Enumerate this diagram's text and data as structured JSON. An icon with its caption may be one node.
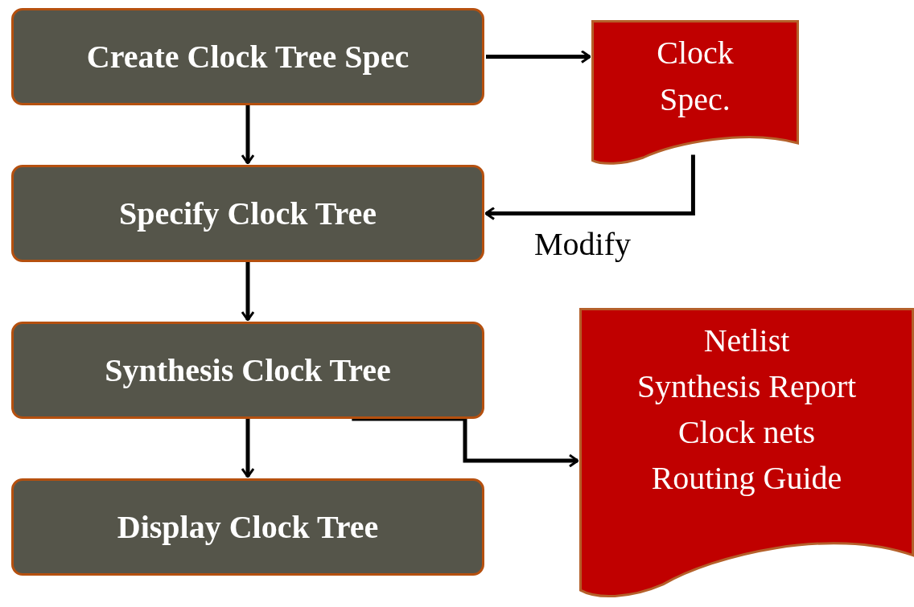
{
  "diagram": {
    "nodes": [
      {
        "text": [
          "Create Clock Tree Spec"
        ]
      },
      {
        "text": [
          "Clock Spec."
        ]
      },
      {
        "text": [
          "Specify Clock Tree"
        ]
      },
      {
        "text": [
          "Synthesis Clock Tree"
        ]
      },
      {
        "text": [
          "Display Clock Tree"
        ]
      },
      {
        "text": [
          "Netlist",
          "Synthesis Report",
          "Clock nets",
          "Routing Guide"
        ]
      }
    ],
    "edges": [
      {
        "from": 0,
        "to": 1,
        "arrow": "to"
      },
      {
        "from": 0,
        "to": 2,
        "arrow": "to"
      },
      {
        "from": 1,
        "to": 2,
        "arrow": "to",
        "label": "Modify"
      },
      {
        "from": 2,
        "to": 3,
        "arrow": "to"
      },
      {
        "from": 3,
        "to": 4,
        "arrow": "to"
      },
      {
        "from": 3,
        "to": 5,
        "arrow": "to"
      }
    ]
  }
}
